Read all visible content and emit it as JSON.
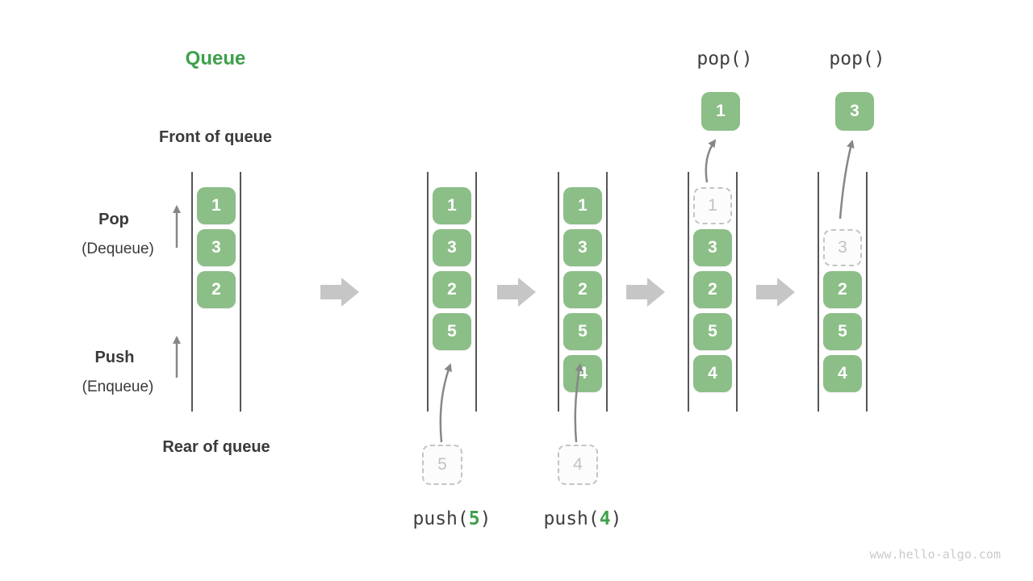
{
  "title": "Queue",
  "annotations": {
    "front_label": "Front of queue",
    "rear_label": "Rear of queue",
    "pop_label": "Pop",
    "pop_sublabel": "(Dequeue)",
    "push_label": "Push",
    "push_sublabel": "(Enqueue)"
  },
  "operations": {
    "pop_a": "pop()",
    "pop_b": "pop()",
    "push_a": {
      "prefix": "push(",
      "arg": "5",
      "suffix": ")"
    },
    "push_b": {
      "prefix": "push(",
      "arg": "4",
      "suffix": ")"
    }
  },
  "columns": [
    {
      "name": "initial-queue",
      "cells": [
        "1",
        "3",
        "2"
      ]
    },
    {
      "name": "after-push-5",
      "cells": [
        "1",
        "3",
        "2",
        "5"
      ],
      "incoming": "5"
    },
    {
      "name": "after-push-4",
      "cells": [
        "1",
        "3",
        "2",
        "5",
        "4"
      ],
      "incoming": "4"
    },
    {
      "name": "pop-front-1",
      "ghost": "1",
      "cells": [
        "3",
        "2",
        "5",
        "4"
      ],
      "popped": "1"
    },
    {
      "name": "pop-front-3",
      "ghost": "3",
      "cells": [
        "2",
        "5",
        "4"
      ],
      "popped": "3"
    }
  ],
  "watermark": "www.hello-algo.com",
  "colors": {
    "accent_green": "#3da04b",
    "cell_green": "#8cbe87",
    "rail_gray": "#565656",
    "flow_arrow_gray": "#c6c6c6",
    "thin_arrow_gray": "#878787",
    "ghost_gray": "#c4c4c4"
  }
}
